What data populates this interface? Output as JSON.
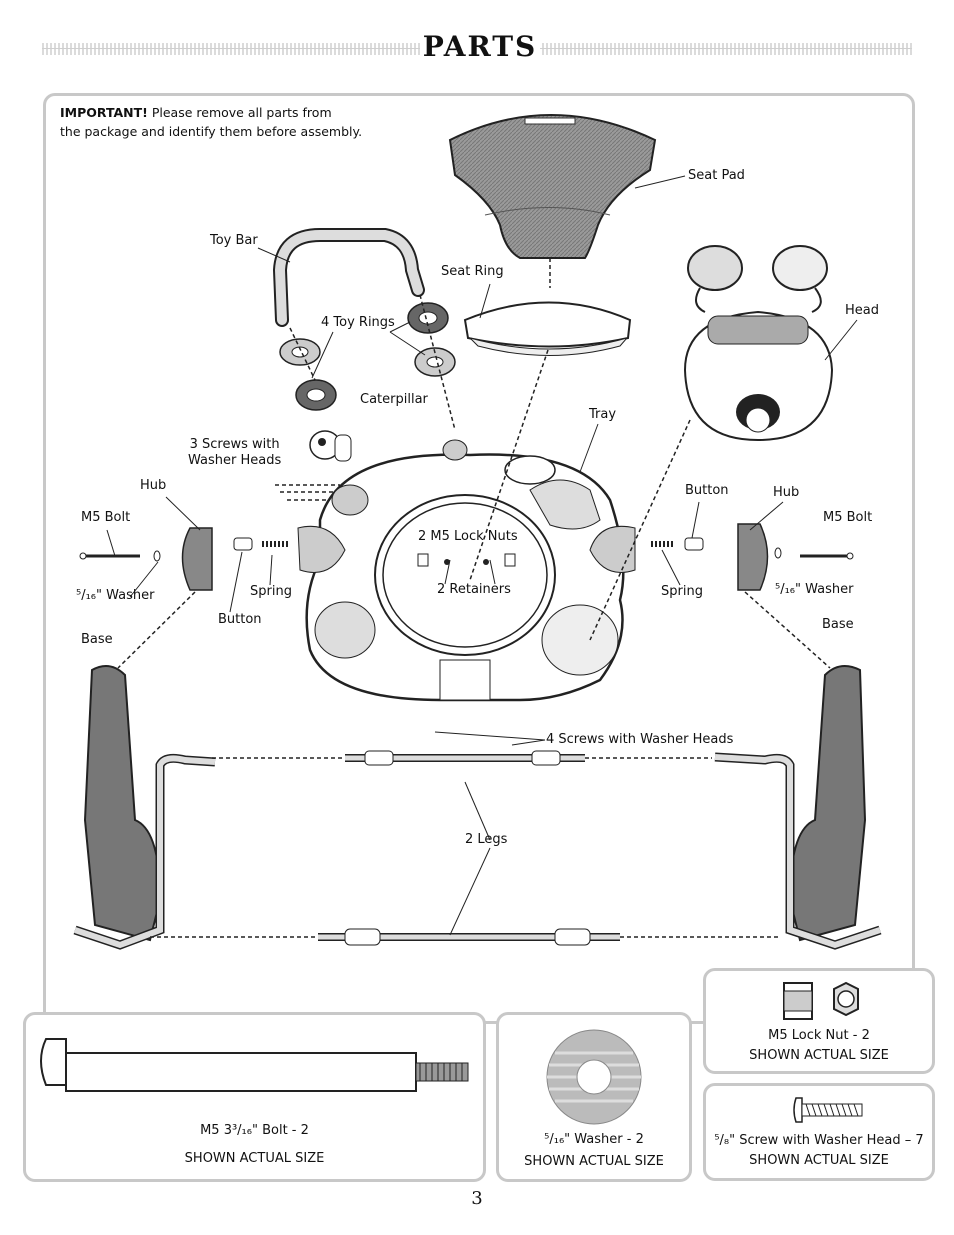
{
  "header": {
    "title": "PARTS"
  },
  "intro": {
    "important": "IMPORTANT!",
    "line1": " Please remove all parts from",
    "line2": "the package and identify them before assembly."
  },
  "labels": {
    "seat_pad": "Seat Pad",
    "toy_bar": "Toy Bar",
    "seat_ring": "Seat Ring",
    "toy_rings": "4 Toy Rings",
    "head": "Head",
    "caterpillar": "Caterpillar",
    "tray": "Tray",
    "screws_3_line1": "3 Screws with",
    "screws_3_line2": "Washer Heads",
    "hub_left": "Hub",
    "hub_right": "Hub",
    "button_left": "Button",
    "button_right": "Button",
    "m5_bolt_left": "M5 Bolt",
    "m5_bolt_right": "M5 Bolt",
    "lock_nuts": "2 M5 Lock Nuts",
    "retainers": "2 Retainers",
    "washer_left": "⁵/₁₆\" Washer",
    "washer_right": "⁵/₁₆\" Washer",
    "spring_left": "Spring",
    "spring_right": "Spring",
    "base_left": "Base",
    "base_right": "Base",
    "screws_4": "4 Screws with Washer Heads",
    "legs": "2 Legs"
  },
  "actual_size": {
    "lock_nut_caption": "M5 Lock Nut - 2",
    "bolt_caption": "M5 3³/₁₆\" Bolt - 2",
    "washer_caption": "⁵/₁₆\" Washer - 2",
    "screw_caption": "⁵/₈\" Screw with Washer Head – 7",
    "shown": "SHOWN ACTUAL SIZE"
  },
  "footer": {
    "page_number": "3"
  }
}
